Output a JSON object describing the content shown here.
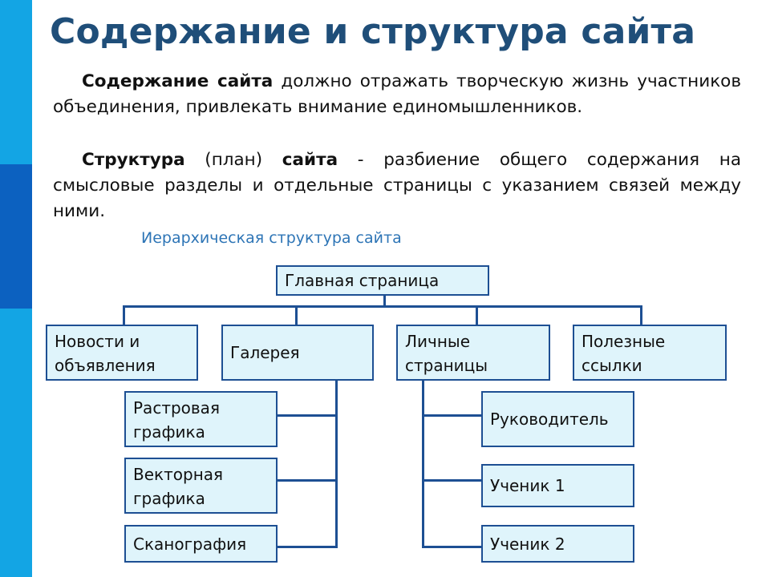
{
  "slide": {
    "title": "Содержание и структура сайта",
    "p1_bold": "Содержание сайта",
    "p1_rest": " должно отражать творческую жизнь участников объединения, привлекать внимание единомышленников.",
    "p2_bold1": "Структура",
    "p2_mid": " (план) ",
    "p2_bold2": "сайта",
    "p2_rest": " - разбиение общего содержания на смысловые разделы и отдельные страницы с указанием связей между ними.",
    "caption": "Иерархическая структура сайта"
  },
  "diagram": {
    "root": "Главная страница",
    "news": "Новости и объявления",
    "gallery": "Галерея",
    "personal": "Личные страницы",
    "links": "Полезные ссылки",
    "raster": "Растровая графика",
    "vector": "Векторная графика",
    "scan": "Сканография",
    "leader": "Руководитель",
    "student1": "Ученик 1",
    "student2": "Ученик 2"
  },
  "colors": {
    "accent_bar": "#13a5e4",
    "accent_bar_dark": "#0c61c0",
    "title": "#1f4e79",
    "caption": "#2e75b6",
    "box_fill": "#dff4fb",
    "box_border": "#1d4f93"
  }
}
